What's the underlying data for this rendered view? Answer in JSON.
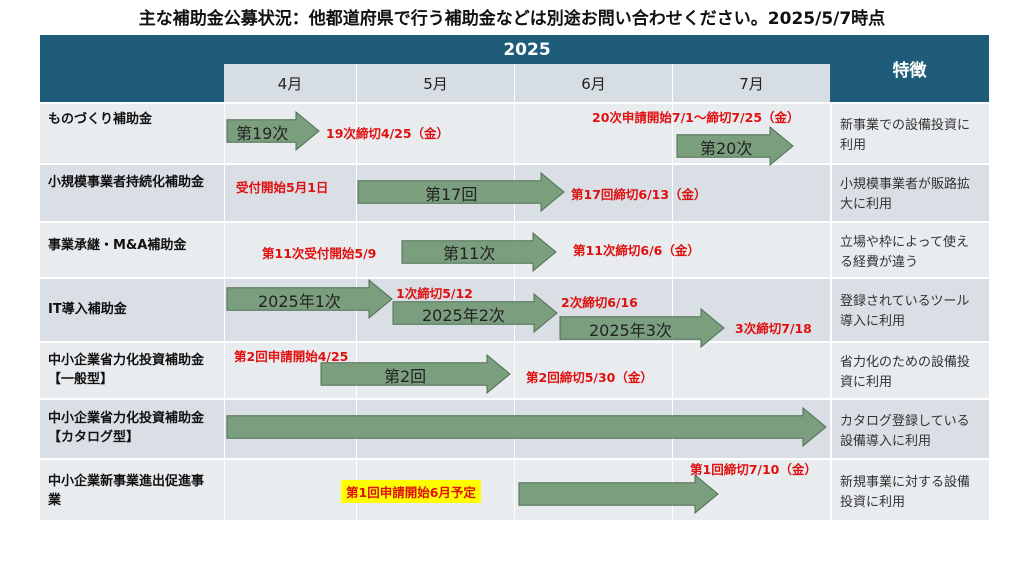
{
  "title": "主な補助金公募状況：他都道府県で行う補助金などは別途お問い合わせください。2025/5/7時点",
  "header": {
    "year": "2025",
    "feature": "特徴",
    "months": [
      "4月",
      "5月",
      "6月",
      "7月"
    ]
  },
  "rows": [
    {
      "label": "ものづくり補助金",
      "feature": "新事業での設備投資に利用"
    },
    {
      "label": "小規模事業者持続化補助金",
      "feature": "小規模事業者が販路拡大に利用"
    },
    {
      "label": "事業承継・M&A補助金",
      "feature": "立場や枠によって使える経費が違う"
    },
    {
      "label": "IT導入補助金",
      "feature": "登録されているツール導入に利用"
    },
    {
      "label": "中小企業省力化投資補助金【一般型】",
      "feature": "省力化のための設備投資に利用"
    },
    {
      "label": "中小企業省力化投資補助金【カタログ型】",
      "feature": "カタログ登録している設備導入に利用"
    },
    {
      "label": "中小企業新事業進出促進事業",
      "feature": "新規事業に対する設備投資に利用"
    }
  ],
  "arrows": {
    "mono19": "第19次",
    "mono20": "第20次",
    "shou17": "第17回",
    "jigyo11": "第11次",
    "it1": "2025年1次",
    "it2": "2025年2次",
    "it3": "2025年3次",
    "ippan2": "第2回",
    "catalog": "",
    "shinki": ""
  },
  "notes": {
    "mono19_close": "19次締切4/25（金）",
    "mono20_open": "20次申請開始7/1～締切7/25（金）",
    "shou_open": "受付開始5月1日",
    "shou17_close": "第17回締切6/13（金）",
    "jigyo11_open": "第11次受付開始5/9",
    "jigyo11_close": "第11次締切6/6（金）",
    "it1_close": "1次締切5/12",
    "it2_close": "2次締切6/16",
    "it3_close": "3次締切7/18",
    "ippan2_open": "第2回申請開始4/25",
    "ippan2_close": "第2回締切5/30（金）",
    "shinki_open": "第1回申請開始6月予定",
    "shinki_close": "第1回締切7/10（金）"
  },
  "colors": {
    "header": "#1f5c7a",
    "month": "#d6dde3",
    "row_dark": "#d9dfe5",
    "row_light": "#e9ecef",
    "arrow_fill": "#7a9e7e",
    "arrow_stroke": "#4f6f53",
    "note_red": "#e01010",
    "highlight": "#ffff00"
  }
}
